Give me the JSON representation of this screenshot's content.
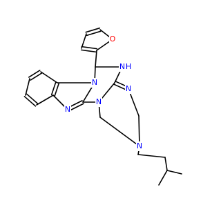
{
  "molecule": {
    "atoms": [
      {
        "id": "o_furan",
        "label": "O",
        "color": "#ff0000"
      },
      {
        "id": "n_amine",
        "label": "N",
        "color": "#0000ff"
      },
      {
        "id": "h_amine",
        "label": "H",
        "color": "#0000ff"
      },
      {
        "id": "n_indole",
        "label": "N",
        "color": "#0000ff"
      },
      {
        "id": "n_imine",
        "label": "N",
        "color": "#0000ff"
      },
      {
        "id": "n_fused",
        "label": "N",
        "color": "#0000ff"
      },
      {
        "id": "n_imidazole",
        "label": "N",
        "color": "#0000ff"
      },
      {
        "id": "n_ring",
        "label": "N",
        "color": "#0000ff"
      }
    ]
  }
}
